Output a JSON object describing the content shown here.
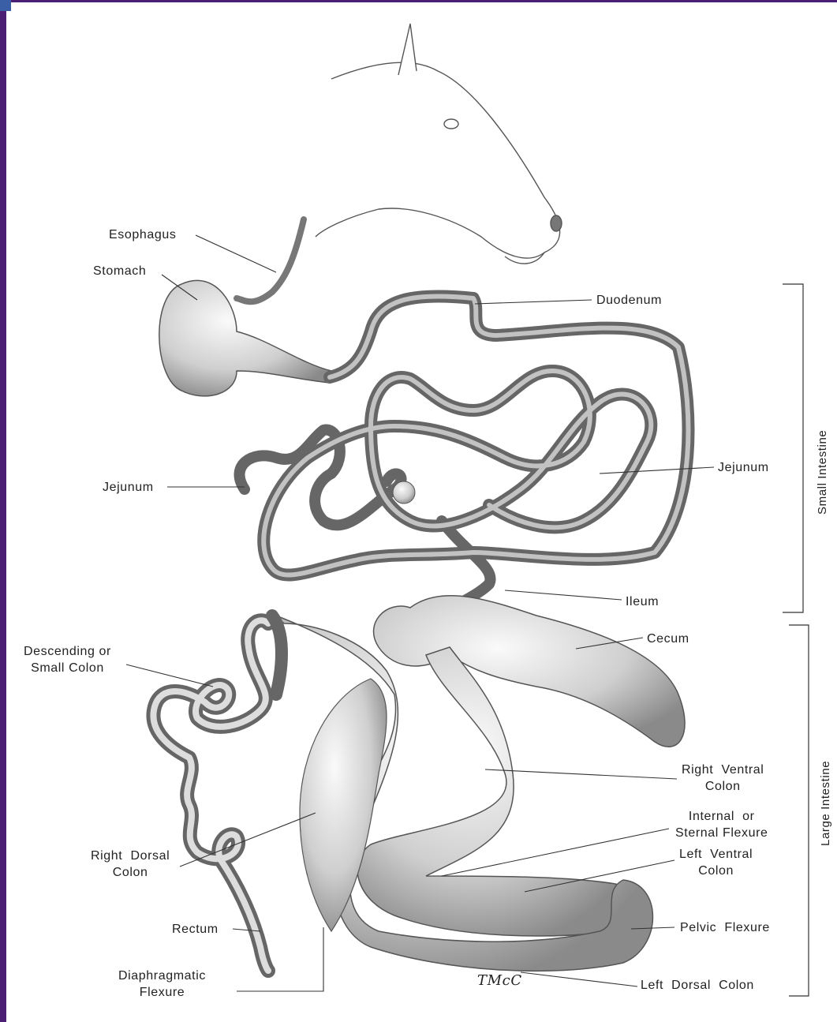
{
  "colors": {
    "frame": "#4b1f73",
    "corner": "#3a5fa6",
    "ink": "#222222"
  },
  "signature": "TMcC",
  "labels": {
    "esophagus": "Esophagus",
    "stomach": "Stomach",
    "duodenum": "Duodenum",
    "jejunum_left": "Jejunum",
    "jejunum_right": "Jejunum",
    "ileum": "Ileum",
    "cecum": "Cecum",
    "descending_colon": "Descending or\nSmall Colon",
    "right_ventral_colon": "Right  Ventral\nColon",
    "sternal_flexure": "Internal  or\nSternal Flexure",
    "left_ventral_colon": "Left  Ventral\nColon",
    "right_dorsal_colon": "Right  Dorsal\nColon",
    "pelvic_flexure": "Pelvic  Flexure",
    "rectum": "Rectum",
    "diaphragmatic_flexure": "Diaphragmatic\nFlexure",
    "left_dorsal_colon": "Left  Dorsal  Colon"
  },
  "brackets": {
    "small_intestine": "Small  Intestine",
    "large_intestine": "Large  Intestine"
  }
}
